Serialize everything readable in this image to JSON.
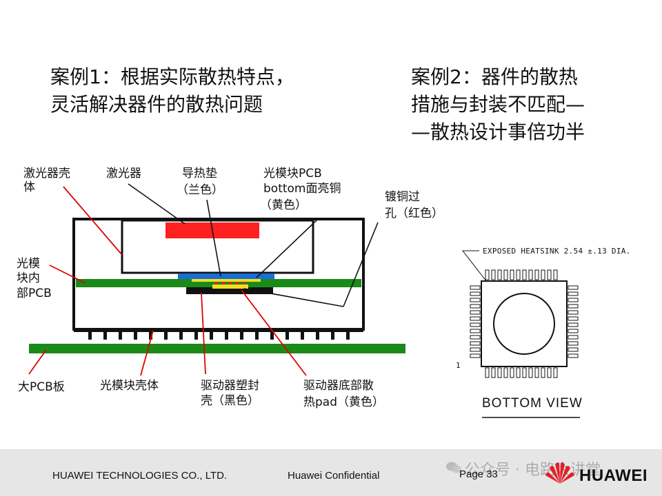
{
  "case1": {
    "line1": "案例1：根据实际散热特点，",
    "line2": "灵活解决器件的散热问题"
  },
  "case2": {
    "line1": "案例2：器件的散热",
    "line2": "措施与封装不匹配—",
    "line3": "—散热设计事倍功半"
  },
  "labels": {
    "laser_housing_1": "激光器壳",
    "laser_housing_2": "体",
    "laser": "激光器",
    "thermal_pad_1": "导热垫",
    "thermal_pad_2": "（兰色）",
    "pcb_bottom_1": "光模块PCB",
    "pcb_bottom_2": "bottom面亮铜",
    "pcb_bottom_3": "（黄色）",
    "via_1": "镀铜过",
    "via_2": "孔（红色）",
    "inner_pcb_1": "光模",
    "inner_pcb_2": "块内",
    "inner_pcb_3": "部PCB",
    "big_pcb": "大PCB板",
    "module_shell": "光模块壳体",
    "driver_pkg_1": "驱动器塑封",
    "driver_pkg_2": "壳（黑色）",
    "driver_pad_1": "驱动器底部散",
    "driver_pad_2": "热pad（黄色）"
  },
  "package": {
    "heatsink_label": "EXPOSED HEATSINK 2.54 ±.13 DIA.",
    "pin_one": "1",
    "view_label": "BOTTOM VIEW"
  },
  "colors": {
    "laser": "#ff2020",
    "pcb": "#1a8a1a",
    "thermal_pad": "#1a6fd6",
    "copper": "#f0e020",
    "via": "#ff2020",
    "leader": "#e00000"
  },
  "footer": {
    "company": "HUAWEI TECHNOLOGIES CO., LTD.",
    "confidential": "Huawei Confidential",
    "page": "Page 33",
    "watermark": "公众号 · 电路大讲堂",
    "brand": "HUAWEI"
  }
}
